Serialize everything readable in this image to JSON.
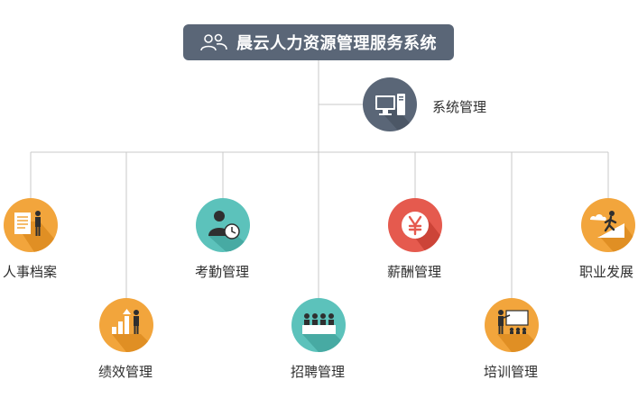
{
  "title": "晨云人力资源管理服务系统",
  "system_node": {
    "label": "系统管理",
    "color": "#5a6677"
  },
  "modules": [
    {
      "label": "人事档案",
      "icon": "document-person-icon",
      "color": "#f2a53c"
    },
    {
      "label": "绩效管理",
      "icon": "growth-chart-icon",
      "color": "#f2a53c"
    },
    {
      "label": "考勤管理",
      "icon": "person-clock-icon",
      "color": "#5cc2bb"
    },
    {
      "label": "招聘管理",
      "icon": "interview-icon",
      "color": "#5cc2bb"
    },
    {
      "label": "薪酬管理",
      "icon": "yen-icon",
      "color": "#e55a4e"
    },
    {
      "label": "培训管理",
      "icon": "presentation-icon",
      "color": "#f2a53c"
    },
    {
      "label": "职业发展",
      "icon": "climbing-person-icon",
      "color": "#f2a53c"
    }
  ]
}
